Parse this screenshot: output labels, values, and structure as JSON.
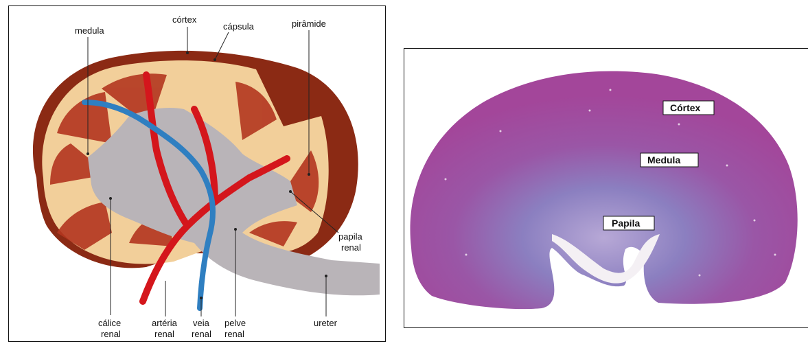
{
  "diagram": {
    "labels": {
      "cortex": "córtex",
      "capsula": "cápsula",
      "piramide": "pirâmide",
      "medula": "medula",
      "papila_1": "papila",
      "papila_2": "renal",
      "calice_1": "cálice",
      "calice_2": "renal",
      "arteria_1": "artéria",
      "arteria_2": "renal",
      "veia_1": "veia",
      "veia_2": "renal",
      "pelve_1": "pelve",
      "pelve_2": "renal",
      "ureter": "ureter"
    }
  },
  "histology": {
    "labels": {
      "cortex": "Córtex",
      "medula": "Medula",
      "papila": "Papila"
    }
  },
  "colors": {
    "capsule": "#8b2a14",
    "cortex": "#f2cf9a",
    "pyramid": "#b3361f",
    "calyx": "#b9b4b8",
    "artery": "#d4161c",
    "vein": "#2f7fc1",
    "tissue_outer": "#a04a97",
    "tissue_inner": "#7e74b6"
  }
}
